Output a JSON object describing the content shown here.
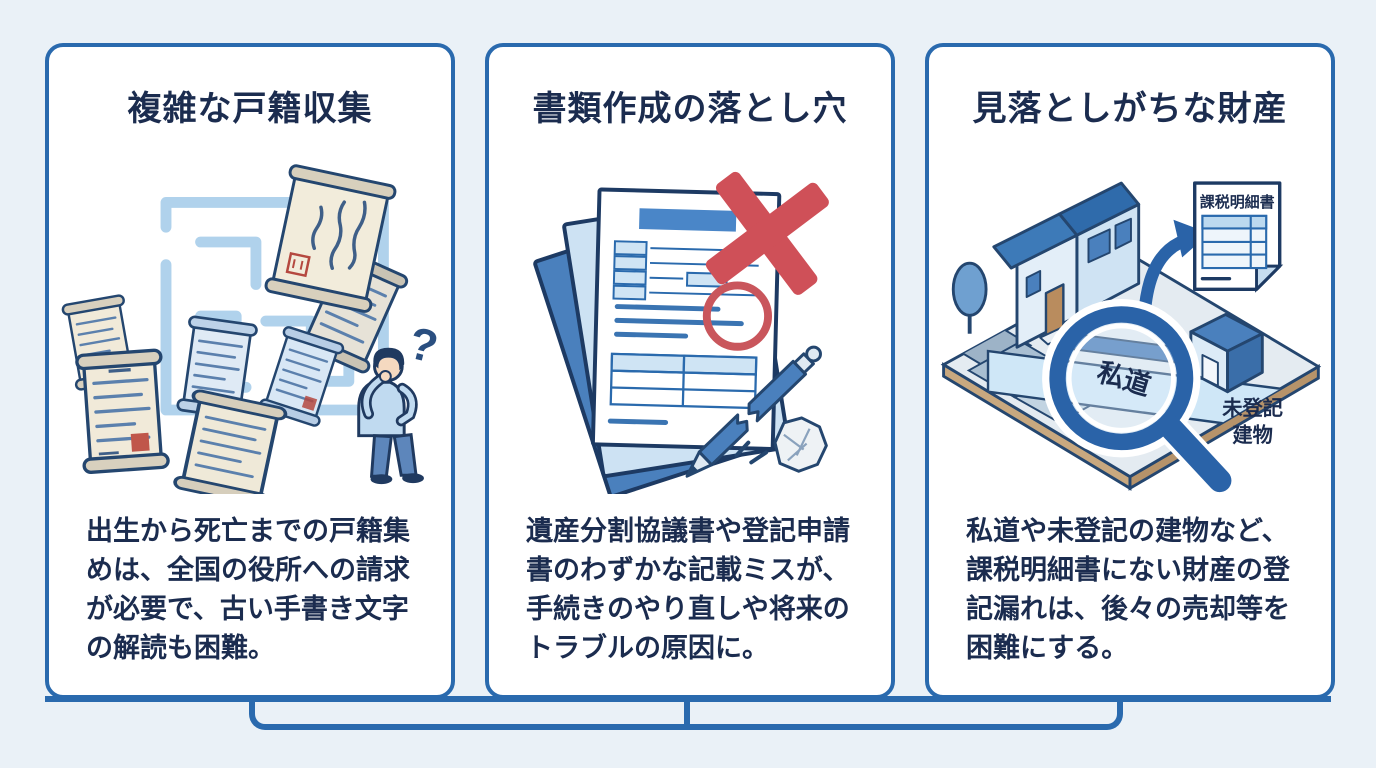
{
  "colors": {
    "background": "#eaf1f7",
    "accent_blue": "#2a6aae",
    "text_navy": "#1b2c4f",
    "alert_red": "#cf5058",
    "seal_red": "#b5483f"
  },
  "cards": [
    {
      "title": "複雑な戸籍収集",
      "body": "出生から死亡までの戸籍集めは、全国の役所への請求が必要で、古い手書き文字の解読も困難。",
      "illustration": "maze-with-koseki-scrolls-and-thinking-person",
      "icons": {
        "question_mark": "?"
      }
    },
    {
      "title": "書類作成の落とし穴",
      "body": "遺産分割協議書や登記申請書のわずかな記載ミスが、手続きのやり直しや将来のトラブルの原因に。",
      "illustration": "documents-with-error-cross-broken-pen-crumpled-paper"
    },
    {
      "title": "見落としがちな財産",
      "body": "私道や未登記の建物など、課税明細書にない財産の登記漏れは、後々の売却等を困難にする。",
      "illustration": "land-plot-magnifier-and-tax-statement",
      "labels": {
        "road": "私道",
        "building_line1": "未登記",
        "building_line2": "建物",
        "tax_statement": "課税明細書"
      }
    }
  ],
  "connector": {
    "type": "merge-bracket"
  }
}
